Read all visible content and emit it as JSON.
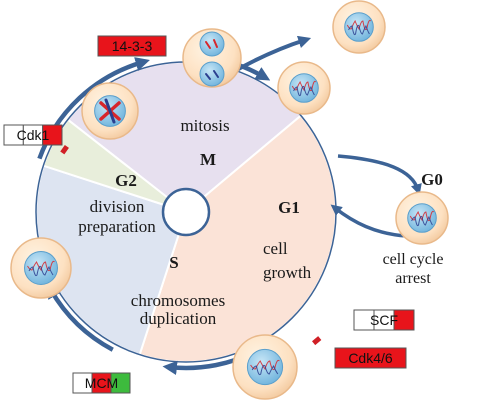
{
  "phases": {
    "mitosis": {
      "letter": "M",
      "label": "mitosis"
    },
    "g1": {
      "letter": "G1",
      "line1": "cell",
      "line2": "growth"
    },
    "s": {
      "letter": "S",
      "line1": "chromosomes",
      "line2": "duplication"
    },
    "g2": {
      "letter": "G2",
      "line1": "division",
      "line2": "preparation"
    }
  },
  "g0": {
    "letter": "G0",
    "line1": "cell cycle",
    "line2": "arrest"
  },
  "markers": {
    "m1433": {
      "label": "14-3-3",
      "cells": [
        "#e8141b"
      ]
    },
    "cdk1": {
      "label": "Cdk1",
      "cells": [
        "#ffffff",
        "#ffffff",
        "#e8141b"
      ]
    },
    "scf": {
      "label": "SCF",
      "cells": [
        "#ffffff",
        "#ffffff",
        "#e8141b"
      ]
    },
    "cdk46": {
      "label": "Cdk4/6",
      "cells": [
        "#e8141b"
      ]
    },
    "mcm": {
      "label": "MCM",
      "cells": [
        "#ffffff",
        "#e8141b",
        "#3dbb3d"
      ]
    }
  },
  "colors": {
    "mitosis": "#e7e0ef",
    "g1": "#fbe3d7",
    "s": "#dde4f1",
    "g2": "#e8eedb",
    "cycle_arrow": "#3c6396",
    "cell_fill": "#fde5c8",
    "nucleus": "#8ec5e4",
    "chromosome_red": "#d7262b",
    "chromosome_blue": "#2b3f8f"
  }
}
